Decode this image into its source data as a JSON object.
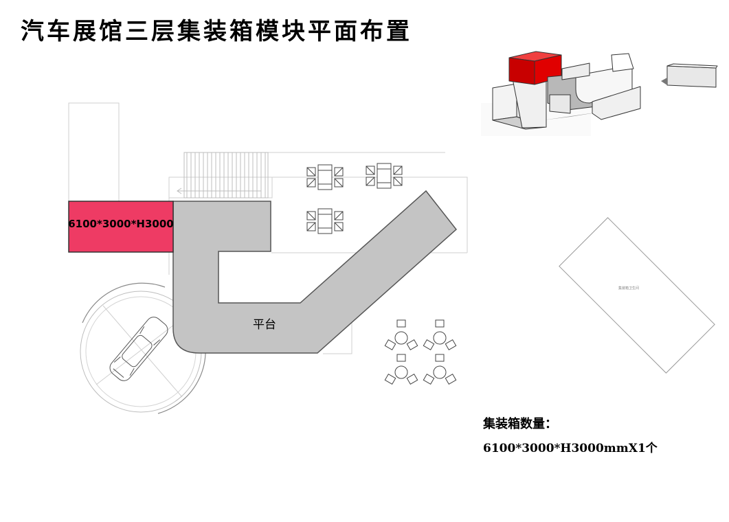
{
  "title": "汽车展馆三层集装箱模块平面布置",
  "container_label": "6100*3000*H3000",
  "platform_label": "平台",
  "small_room_label": "集装箱卫生间",
  "quantity": {
    "heading": "集装箱数量：",
    "value": "6100*3000*H3000mmX1个"
  },
  "colors": {
    "container_fill": "#ee3b64",
    "platform_fill": "#c4c4c4",
    "iso_highlight": "#e00000"
  }
}
